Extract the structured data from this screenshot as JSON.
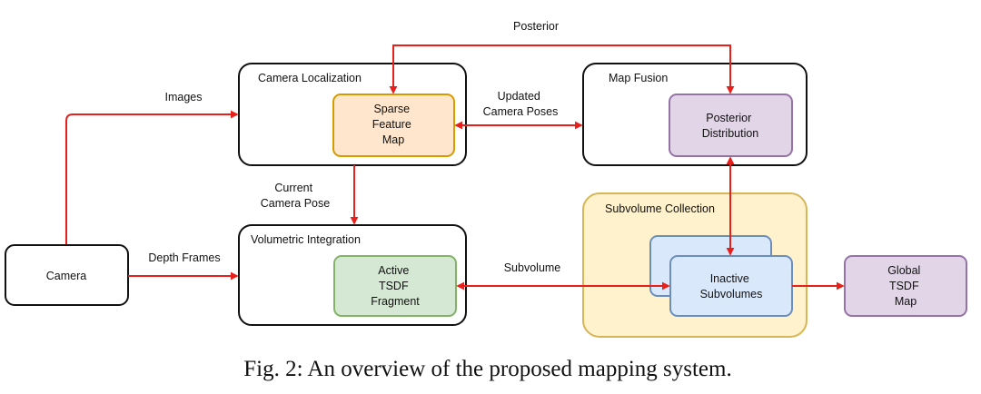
{
  "colors": {
    "arrow": "#e8201c",
    "node_stroke": "#111111",
    "orange_fill": "#ffe6cc",
    "orange_stroke": "#d79b00",
    "purple_fill": "#e1d5e7",
    "purple_stroke": "#9673a6",
    "green_fill": "#d5e8d4",
    "green_stroke": "#82b366",
    "blue_fill": "#dae8fc",
    "blue_stroke": "#6c8ebf",
    "yellow_fill": "#fff2cc",
    "yellow_stroke": "#d6b656"
  },
  "groups": {
    "camera_localization": "Camera Localization",
    "map_fusion": "Map Fusion",
    "volumetric_integration": "Volumetric Integration",
    "subvolume_collection": "Subvolume Collection"
  },
  "nodes": {
    "camera": [
      "Camera"
    ],
    "sparse_feature_map": [
      "Sparse",
      "Feature",
      "Map"
    ],
    "posterior_distribution": [
      "Posterior",
      "Distribution"
    ],
    "active_tsdf_fragment": [
      "Active",
      "TSDF",
      "Fragment"
    ],
    "inactive_subvolumes": [
      "Inactive",
      "Subvolumes"
    ],
    "global_tsdf_map": [
      "Global",
      "TSDF",
      "Map"
    ]
  },
  "edges": {
    "posterior": [
      "Posterior"
    ],
    "images": [
      "Images"
    ],
    "updated_camera_poses": [
      "Updated",
      "Camera Poses"
    ],
    "current_camera_pose": [
      "Current",
      "Camera Pose"
    ],
    "depth_frames": [
      "Depth Frames"
    ],
    "subvolume": [
      "Subvolume"
    ]
  },
  "caption": "Fig. 2: An overview of the proposed mapping system."
}
